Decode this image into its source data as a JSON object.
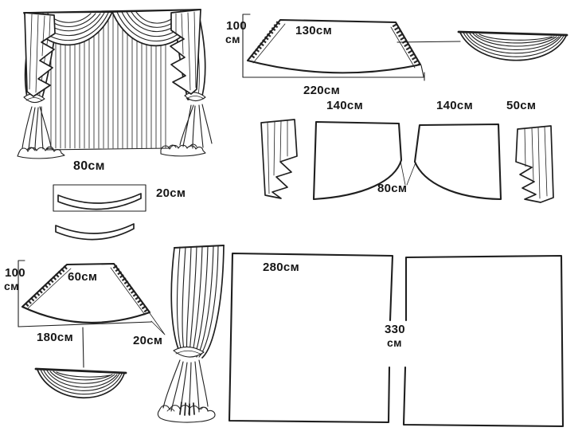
{
  "colors": {
    "background": "#ffffff",
    "ink": "#1f1f1f"
  },
  "finished_curtain": {
    "width_label": "80см"
  },
  "valance_strips": {
    "height_label": "20см"
  },
  "swag_pattern_large": {
    "height_value": "100",
    "height_unit": "см",
    "top_edge_label": "130см",
    "bottom_edge_label": "220см"
  },
  "tail_patterns": {
    "left_width_label": "140см",
    "right_width_label": "140см",
    "cascade_width_label": "50см",
    "inner_height_label": "80см"
  },
  "swag_pattern_small": {
    "height_value": "100",
    "height_unit": "см",
    "top_edge_label": "60см",
    "bottom_edge_label": "180см",
    "corner_label": "20см"
  },
  "panel_patterns": {
    "width_label": "280см",
    "height_value": "330",
    "height_unit": "см"
  }
}
